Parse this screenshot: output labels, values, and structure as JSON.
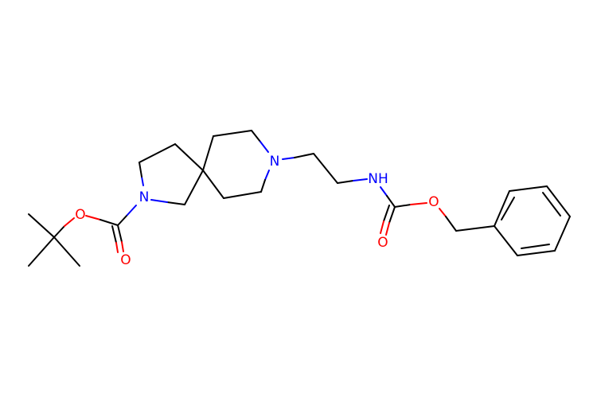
{
  "molecule": {
    "colors": {
      "bond": "#000000",
      "nitrogen": "#0000FF",
      "oxygen": "#FF0000",
      "background": "#FFFFFF"
    },
    "atoms": {
      "o_boc_ester": "O",
      "n_pyrrolidine": "N",
      "o_boc_carbonyl": "O",
      "n_piperidine": "N",
      "nh_carbamate": "NH",
      "o_cbz_carbonyl": "O",
      "o_cbz_ester": "O"
    }
  }
}
